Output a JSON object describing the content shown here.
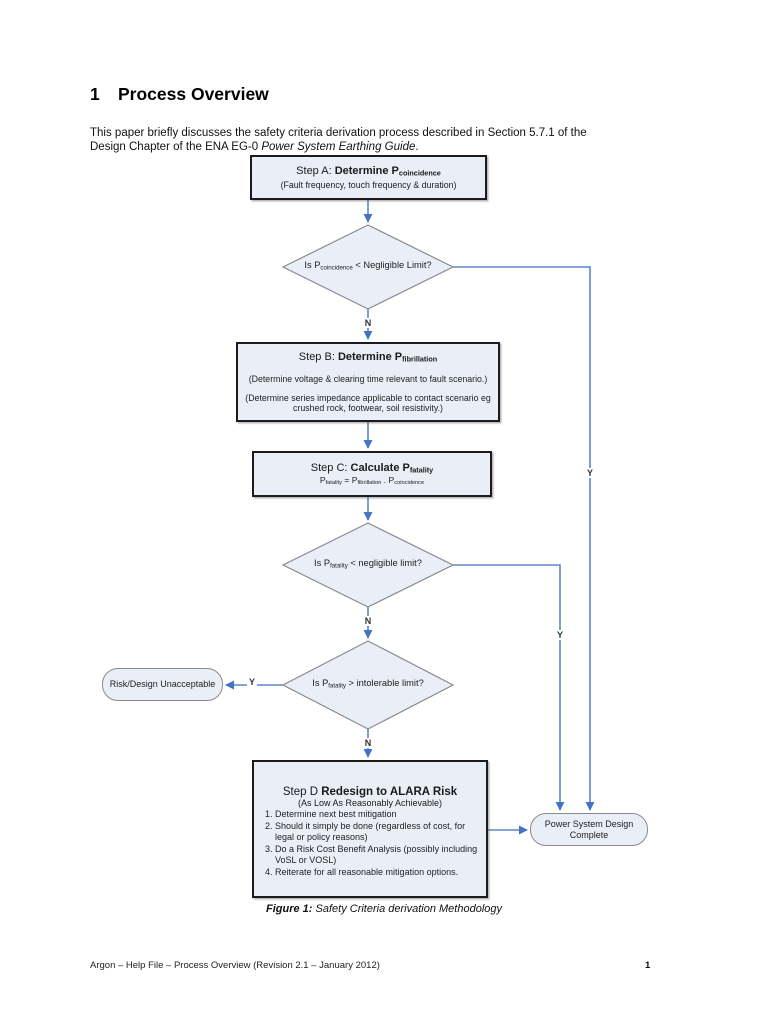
{
  "page": {
    "heading_number": "1",
    "heading_title": "Process Overview",
    "intro_line1": "This paper briefly discusses the safety criteria derivation process described in Section 5.7.1 of the",
    "intro_line2_pre": "Design Chapter of the ENA EG-0 ",
    "intro_line2_italic": "Power System Earthing Guide",
    "intro_line2_post": ".",
    "caption_bold": "Figure 1:",
    "caption_text": " Safety Criteria derivation Methodology",
    "footer_left": "Argon – Help File – Process Overview (Revision 2.1 – January 2012)",
    "footer_page": "1"
  },
  "flow": {
    "step_a": {
      "pre": "Step A: ",
      "bold": "Determine P",
      "sub": "coincidence",
      "note": "(Fault frequency, touch frequency & duration)"
    },
    "decision_1": {
      "pre": "Is P",
      "sub": "coincidence",
      "post": " < Negligible Limit?"
    },
    "step_b": {
      "pre": "Step B: ",
      "bold": "Determine P",
      "sub": "fibrillation",
      "note1": "(Determine voltage & clearing time relevant to fault scenario.)",
      "note2": "(Determine series impedance applicable to contact scenario eg crushed rock, footwear, soil resistivity.)"
    },
    "step_c": {
      "pre": "Step C: ",
      "bold": "Calculate P",
      "sub": "fatality",
      "f_p1": "P",
      "f_s1": "fatality",
      "f_p2": " = P",
      "f_s2": "fibrillation",
      "f_p3": " . P",
      "f_s3": "coincidence"
    },
    "decision_2": {
      "pre": "Is P",
      "sub": "fatality",
      "post": " < negligible limit?"
    },
    "decision_3": {
      "pre": "Is P",
      "sub": "fatality",
      "post": " > intolerable limit?"
    },
    "terminal_unacceptable": "Risk/Design Unacceptable",
    "step_d": {
      "pre": "Step D ",
      "bold": "Redesign to ALARA Risk",
      "note": "(As Low As Reasonably Achievable)",
      "items": [
        "Determine next best mitigation",
        "Should it simply be done (regardless of cost, for legal or policy reasons)",
        "Do a Risk Cost Benefit Analysis (possibly including VoSL or VOSL)",
        "Reiterate for all reasonable mitigation options."
      ]
    },
    "terminal_complete": "Power System Design Complete",
    "labels": {
      "n1": "N",
      "y1": "Y",
      "n2": "N",
      "y2": "Y",
      "y3": "Y",
      "n3": "N"
    },
    "colors": {
      "node_fill": "#e9eef7",
      "connector": "#5b86cd",
      "arrowhead": "#4472c4",
      "box_border": "#1c1c1c",
      "shape_border": "#8a8a8a"
    }
  }
}
